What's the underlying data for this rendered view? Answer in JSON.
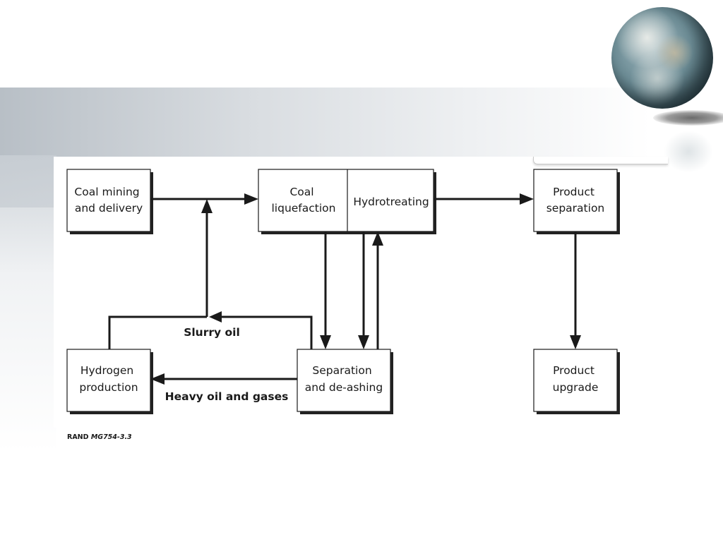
{
  "boxes": {
    "coal_mining": [
      "Coal mining",
      "and delivery"
    ],
    "coal_liquefaction": [
      "Coal",
      "liquefaction"
    ],
    "hydrotreating": [
      "Hydrotreating"
    ],
    "product_separation": [
      "Product",
      "separation"
    ],
    "hydrogen_production": [
      "Hydrogen",
      "production"
    ],
    "separation_deashing": [
      "Separation",
      "and de-ashing"
    ],
    "product_upgrade": [
      "Product",
      "upgrade"
    ]
  },
  "flow_labels": {
    "slurry_oil": "Slurry oil",
    "heavy_oil": "Heavy oil and gases"
  },
  "credit": {
    "prefix": "RAND ",
    "code": "MG754-3.3"
  }
}
